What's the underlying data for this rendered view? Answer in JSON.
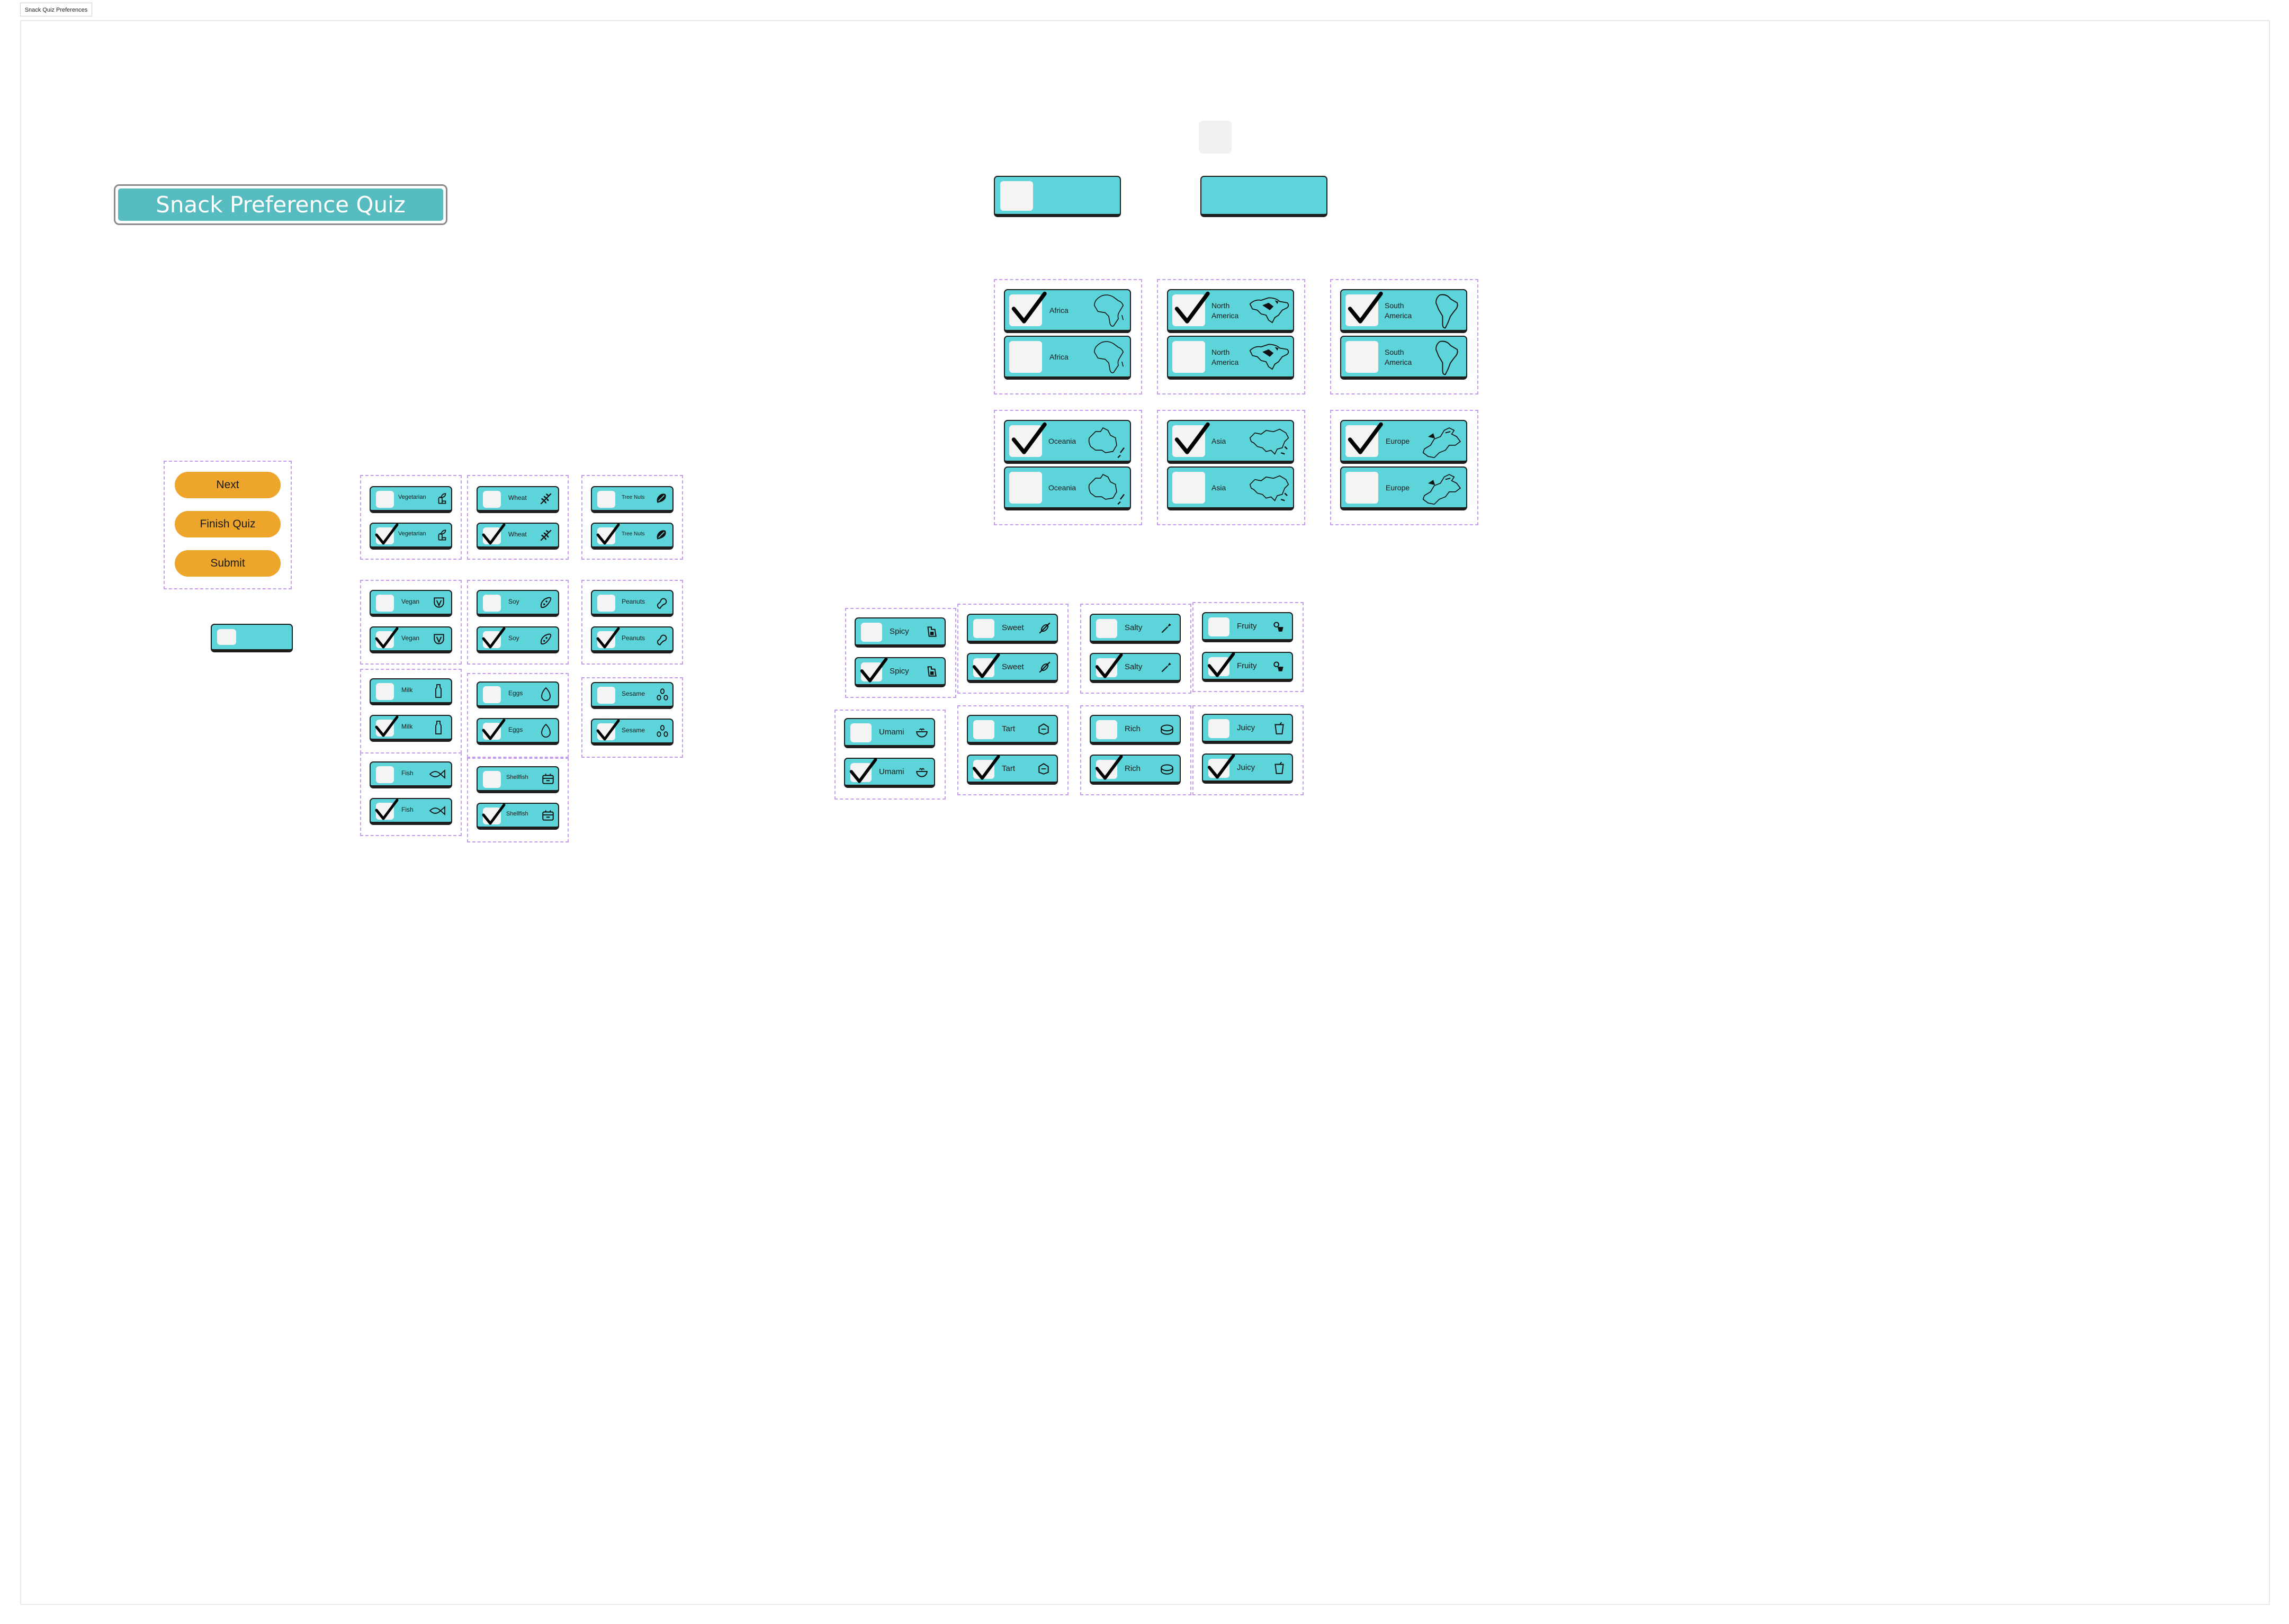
{
  "tab": {
    "label": "Snack Quiz Preferences"
  },
  "title": "Snack Preference Quiz",
  "nav_buttons": [
    "Next",
    "Finish Quiz",
    "Submit"
  ],
  "dietary": {
    "vegetarian": "Vegetarian",
    "vegan": "Vegan",
    "milk": "Milk",
    "fish": "Fish",
    "wheat": "Wheat",
    "soy": "Soy",
    "eggs": "Eggs",
    "shellfish": "Shellfish",
    "tree_nuts": "Tree Nuts",
    "peanuts": "Peanuts",
    "sesame": "Sesame"
  },
  "flavors": {
    "spicy": "Spicy",
    "sweet": "Sweet",
    "salty": "Salty",
    "fruity": "Fruity",
    "umami": "Umami",
    "tart": "Tart",
    "rich": "Rich",
    "juicy": "Juicy"
  },
  "regions": {
    "africa": "Africa",
    "north_america": "North America",
    "south_america": "South America",
    "oceania": "Oceania",
    "asia": "Asia",
    "europe": "Europe"
  },
  "colors": {
    "chip": "#5dd4d9",
    "title_fill": "#57bcbf",
    "button": "#eda52b",
    "group_border": "#c69cf0"
  }
}
